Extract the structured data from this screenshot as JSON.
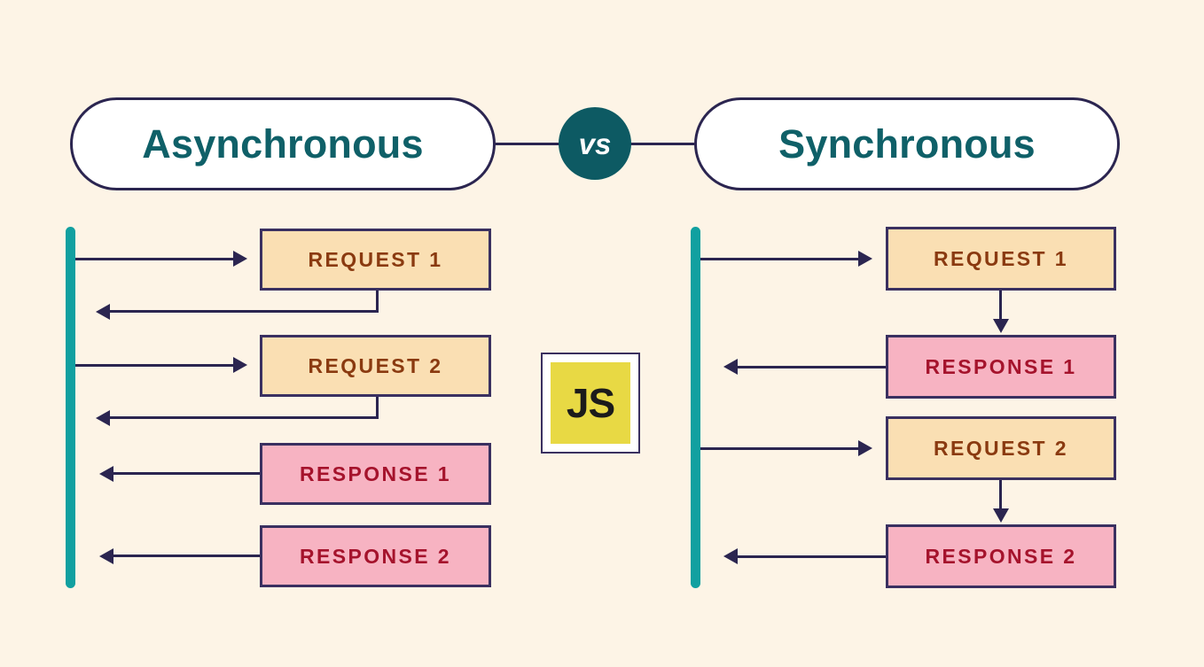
{
  "page": {
    "background_color": "#fdf4e6",
    "title_left": "Asynchronous",
    "title_right": "Synchronous",
    "versus_label": "vs"
  },
  "theme": {
    "teal": "#0d5a63",
    "lifeline_teal": "#11a0a0",
    "navy": "#2b2550",
    "request_fill": "#fadfb3",
    "request_text": "#8a3a10",
    "response_fill": "#f7b3c2",
    "response_text": "#a5132c",
    "js_yellow": "#e8d944",
    "pill_fill": "#ffffff"
  },
  "center": {
    "logo_label": "JS",
    "logo_name": "javascript-logo"
  },
  "left_panel": {
    "name": "asynchronous-diagram",
    "heading": "Asynchronous",
    "boxes": [
      {
        "label": "REQUEST 1",
        "kind": "request"
      },
      {
        "label": "REQUEST 2",
        "kind": "request"
      },
      {
        "label": "RESPONSE 1",
        "kind": "response"
      },
      {
        "label": "RESPONSE 2",
        "kind": "response"
      }
    ]
  },
  "right_panel": {
    "name": "synchronous-diagram",
    "heading": "Synchronous",
    "boxes": [
      {
        "label": "REQUEST 1",
        "kind": "request"
      },
      {
        "label": "RESPONSE 1",
        "kind": "response"
      },
      {
        "label": "REQUEST 2",
        "kind": "request"
      },
      {
        "label": "RESPONSE 2",
        "kind": "response"
      }
    ]
  }
}
